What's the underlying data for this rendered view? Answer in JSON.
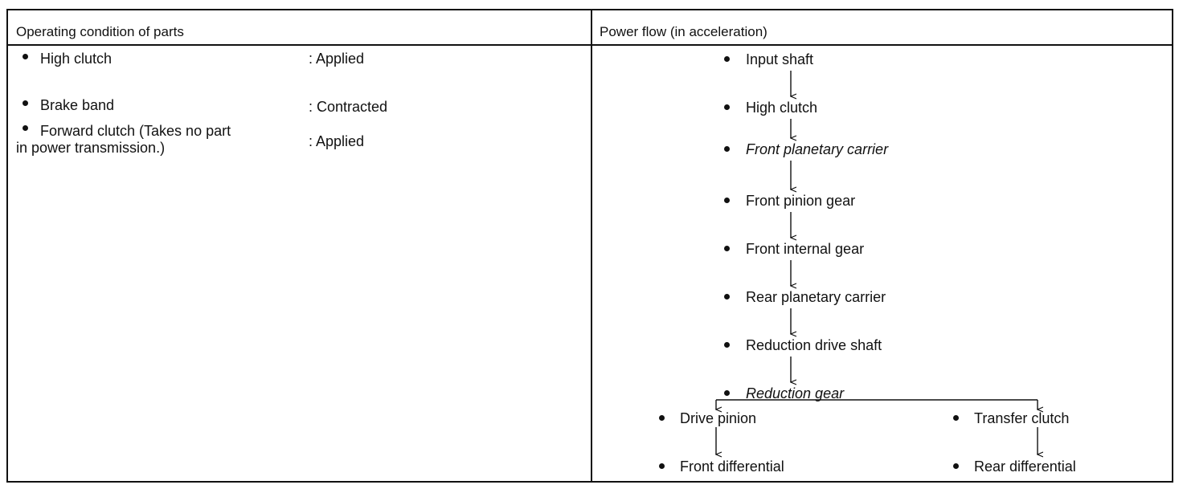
{
  "left_header": "Operating condition of parts",
  "right_header": "Power flow (in acceleration)",
  "conditions": [
    {
      "part": "High clutch",
      "state": ": Applied"
    },
    {
      "part": "Brake band",
      "state": ": Contracted"
    },
    {
      "part_line1": "Forward clutch (Takes no part",
      "part_line2": "in power transmission.)",
      "state": ": Applied"
    }
  ],
  "flow": [
    "Input shaft",
    "High clutch",
    "Front planetary carrier",
    "Front pinion gear",
    "Front internal gear",
    "Rear planetary carrier",
    "Reduction drive shaft",
    "Reduction gear"
  ],
  "branches": {
    "left_1": "Drive pinion",
    "left_2": "Front differential",
    "right_1": "Transfer clutch",
    "right_2": "Rear differential"
  }
}
